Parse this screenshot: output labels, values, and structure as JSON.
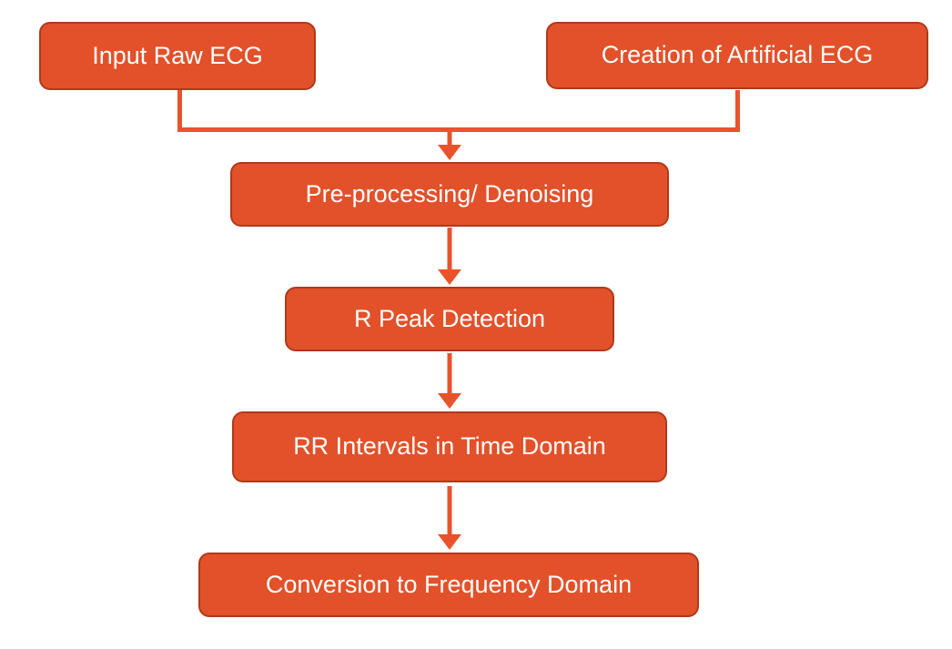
{
  "diagram": {
    "type": "flowchart",
    "background_color": "#FFFFFF",
    "node_fill_color": "#E2512A",
    "node_border_color": "#AE3A1C",
    "node_text_color": "#FFFFFF",
    "arrow_color": "#E8532C",
    "nodes": [
      {
        "id": "input-raw-ecg",
        "label": "Input Raw ECG"
      },
      {
        "id": "creation-of-artificial-ecg",
        "label": "Creation of Artificial ECG"
      },
      {
        "id": "pre-processing-denoising",
        "label": "Pre-processing/ Denoising"
      },
      {
        "id": "r-peak-detection",
        "label": "R Peak Detection"
      },
      {
        "id": "rr-intervals-time-domain",
        "label": "RR Intervals in Time Domain"
      },
      {
        "id": "conversion-frequency-domain",
        "label": "Conversion to Frequency Domain"
      }
    ],
    "edges": [
      {
        "from": "input-raw-ecg",
        "to": "pre-processing-denoising"
      },
      {
        "from": "creation-of-artificial-ecg",
        "to": "pre-processing-denoising"
      },
      {
        "from": "pre-processing-denoising",
        "to": "r-peak-detection"
      },
      {
        "from": "r-peak-detection",
        "to": "rr-intervals-time-domain"
      },
      {
        "from": "rr-intervals-time-domain",
        "to": "conversion-frequency-domain"
      }
    ]
  }
}
